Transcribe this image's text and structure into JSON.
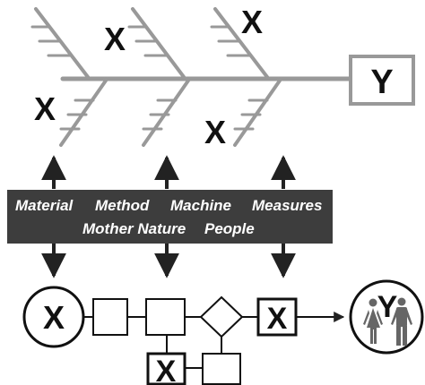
{
  "fishbone": {
    "effect_label": "Y",
    "cause_labels": [
      "X",
      "X",
      "X",
      "X"
    ]
  },
  "banner": {
    "row1": [
      "Material",
      "Method",
      "Machine",
      "Measures"
    ],
    "row2": [
      "Mother Nature",
      "People"
    ]
  },
  "process_flow": {
    "input_label": "X",
    "step_x_label": "X",
    "lower_x_label": "X",
    "output_label": "Y"
  },
  "colors": {
    "bone": "#999999",
    "banner": "#3d3d3d",
    "ink": "#111111",
    "people": "#666666"
  }
}
